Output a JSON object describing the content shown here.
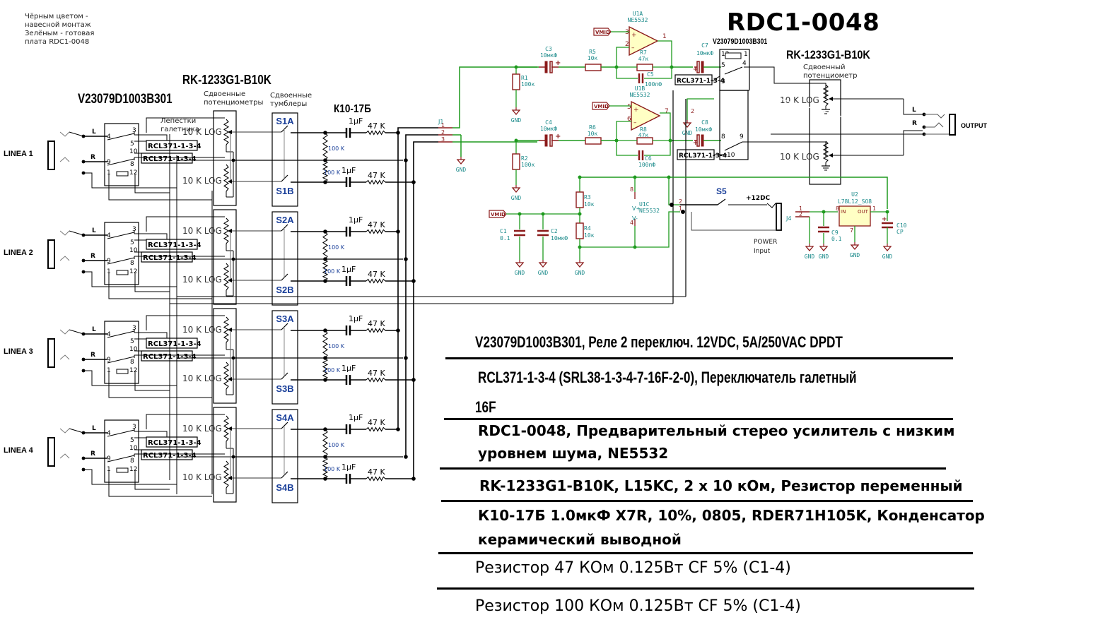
{
  "note": {
    "lines": [
      "Чёрным цветом -",
      "навесной монтаж",
      "Зелёным - готовая",
      "плата RDC1-0048"
    ]
  },
  "title": "RDC1-0048",
  "headers": {
    "relay": "V23079D1003B301",
    "pots": "RK-1233G1-B10K",
    "pots_sub": [
      "Сдвоенные",
      "потенциометры"
    ],
    "toggles_sub": [
      "Сдвоенные",
      "тумблеры"
    ],
    "caps": "К10-17Б",
    "petals": [
      "Лепестки",
      "галетника"
    ],
    "out_pot": "RK-1233G1-B10K",
    "out_pot_sub": [
      "Сдвоенный",
      "потенциометр"
    ],
    "out_relay": "V23079D1003B301"
  },
  "inputs": [
    {
      "label": "LINEA 1",
      "switch_a": "S1A",
      "switch_b": "S1B"
    },
    {
      "label": "LINEA 2",
      "switch_a": "S2A",
      "switch_b": "S2B"
    },
    {
      "label": "LINEA 3",
      "switch_a": "S3A",
      "switch_b": "S3B"
    },
    {
      "label": "LINEA 4",
      "switch_a": "S4A",
      "switch_b": "S4B"
    }
  ],
  "channel_labels": {
    "left": "L",
    "right": "R",
    "pot": "10 K LOG",
    "switch_ref": "RCL371-1-3-4",
    "cap": "1µF",
    "series_res": "47 K",
    "shunt_res": "100 K",
    "relay_pins": [
      "3",
      "4",
      "5",
      "10",
      "9",
      "8",
      "1",
      "12"
    ]
  },
  "pcb": {
    "connector": "J1",
    "connector_pins": [
      "1",
      "2",
      "3"
    ],
    "gnd": "GND",
    "vmid": "VMID",
    "opamps": [
      {
        "ref": "U1A",
        "part": "NE5532",
        "pins": [
          "3",
          "2",
          "1"
        ]
      },
      {
        "ref": "U1B",
        "part": "NE5532",
        "pins": [
          "5",
          "6",
          "7"
        ]
      },
      {
        "ref": "U1C",
        "part": "NE5532",
        "pins": [
          "8",
          "4"
        ],
        "rails": [
          "V+",
          "V-"
        ]
      }
    ],
    "components": [
      {
        "ref": "C3",
        "value": "10мкФ"
      },
      {
        "ref": "C4",
        "value": "10мкФ"
      },
      {
        "ref": "R1",
        "value": "100к"
      },
      {
        "ref": "R2",
        "value": "100к"
      },
      {
        "ref": "R5",
        "value": "10к"
      },
      {
        "ref": "R6",
        "value": "10к"
      },
      {
        "ref": "R7",
        "value": "47к"
      },
      {
        "ref": "R8",
        "value": "47к"
      },
      {
        "ref": "C5",
        "value": "100пФ"
      },
      {
        "ref": "C6",
        "value": "100пФ"
      },
      {
        "ref": "C7",
        "value": "10мкФ"
      },
      {
        "ref": "C8",
        "value": "10мкФ"
      },
      {
        "ref": "R3",
        "value": "10к"
      },
      {
        "ref": "R4",
        "value": "10к"
      },
      {
        "ref": "C1",
        "value": "0.1"
      },
      {
        "ref": "C2",
        "value": "10мкФ"
      },
      {
        "ref": "C9",
        "value": "0.1"
      },
      {
        "ref": "C10",
        "value": "CP"
      }
    ],
    "regulator": {
      "ref": "U2",
      "part": "L78L12_SO8",
      "in": "IN",
      "out": "OUT",
      "gnd": "GND",
      "pins": [
        "8",
        "1",
        "7"
      ]
    },
    "power_connector": "J4",
    "power_switch": "S5",
    "power_voltage": "+12DC",
    "power_label": [
      "POWER",
      "Input"
    ],
    "out_relay_pins": [
      "12",
      "1",
      "5",
      "4",
      "3",
      "8",
      "9",
      "10"
    ],
    "output_label": "OUTPUT"
  },
  "bom": [
    {
      "lines": [
        "V23079D1003B301, Реле 2 переключ. 12VDC, 5A/250VAC DPDT"
      ]
    },
    {
      "lines": [
        "RCL371-1-3-4 (SRL38-1-3-4-7-16F-2-0), Переключатель галетный",
        "16F"
      ]
    },
    {
      "lines": [
        "RDC1-0048, Предварительный стерео усилитель с низким",
        "уровнем шума, NE5532"
      ]
    },
    {
      "lines": [
        "RK-1233G1-B10K, L15KC, 2 x 10 кОм, Резистор переменный"
      ]
    },
    {
      "lines": [
        "К10-17Б 1.0мкФ X7R, 10%, 0805, RDER71H105K, Конденсатор",
        "керамический выводной"
      ]
    },
    {
      "lines": [
        "Резистор 47 КОм  0.125Вт CF 5% (С1-4)"
      ]
    },
    {
      "lines": [
        "Резистор 100 КОм 0.125Вт CF 5% (С1-4)"
      ]
    }
  ],
  "colors": {
    "wire_black": "#000000",
    "wire_green": "#1e9a1e",
    "component_red": "#8b1a1a",
    "label_teal": "#1a8a8a",
    "switch_blue": "#1a3f99",
    "opamp_fill": "#ffffc4"
  }
}
